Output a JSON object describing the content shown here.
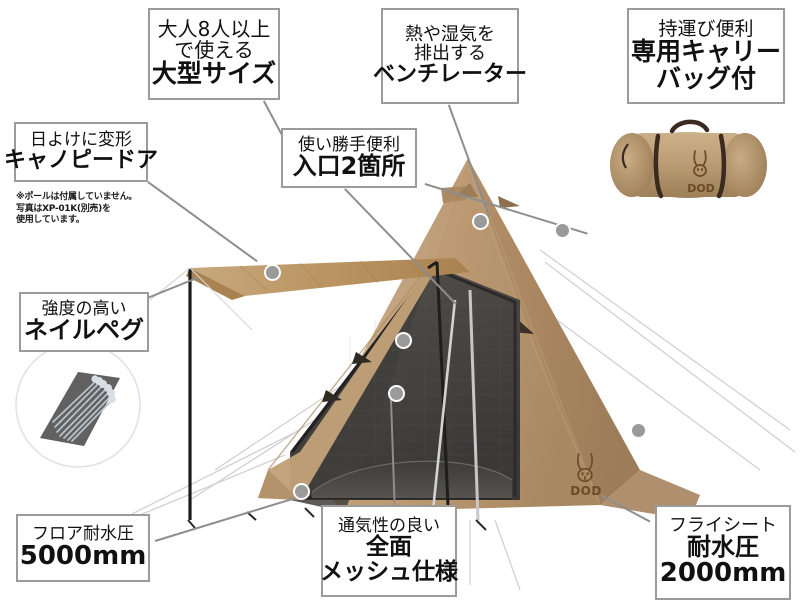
{
  "page": {
    "product_brand": "DOD",
    "background_color": "#ffffff",
    "box_border_color": "#9b9b9b",
    "fabric_color": "#bb9872",
    "mesh_color": "#4a4845",
    "strap_color": "#3a2a20",
    "dot_color": "#9a9a9a"
  },
  "callouts": {
    "large_size": {
      "line1": "大人8人以上",
      "line2": "で使える",
      "line3": "大型サイズ"
    },
    "ventilator": {
      "line1": "熱や湿気を",
      "line2": "排出する",
      "line3": "ベンチレーター"
    },
    "carry_bag": {
      "line1": "持運び便利",
      "line2": "専用キャリー",
      "line3": "バッグ付"
    },
    "canopy_door": {
      "line1": "日よけに変形",
      "line2": "キャノピードア"
    },
    "two_entrances": {
      "line1": "使い勝手便利",
      "line2": "入口2箇所"
    },
    "nail_peg": {
      "line1": "強度の高い",
      "line2": "ネイルペグ"
    },
    "floor_water_pressure": {
      "line1": "フロア耐水圧",
      "line2": "5000mm"
    },
    "full_mesh": {
      "line1": "通気性の良い",
      "line2": "全面",
      "line3": "メッシュ仕様"
    },
    "fly_water_pressure": {
      "line1": "フライシート",
      "line2": "耐水圧",
      "line3": "2000mm"
    }
  },
  "disclaimer": {
    "text": "※ポールは付属していません。\n写真はXP-01K(別売)を\n使用しています。"
  },
  "logos": {
    "bag_logo_text": "DOD",
    "fly_logo_text": "DOD"
  }
}
